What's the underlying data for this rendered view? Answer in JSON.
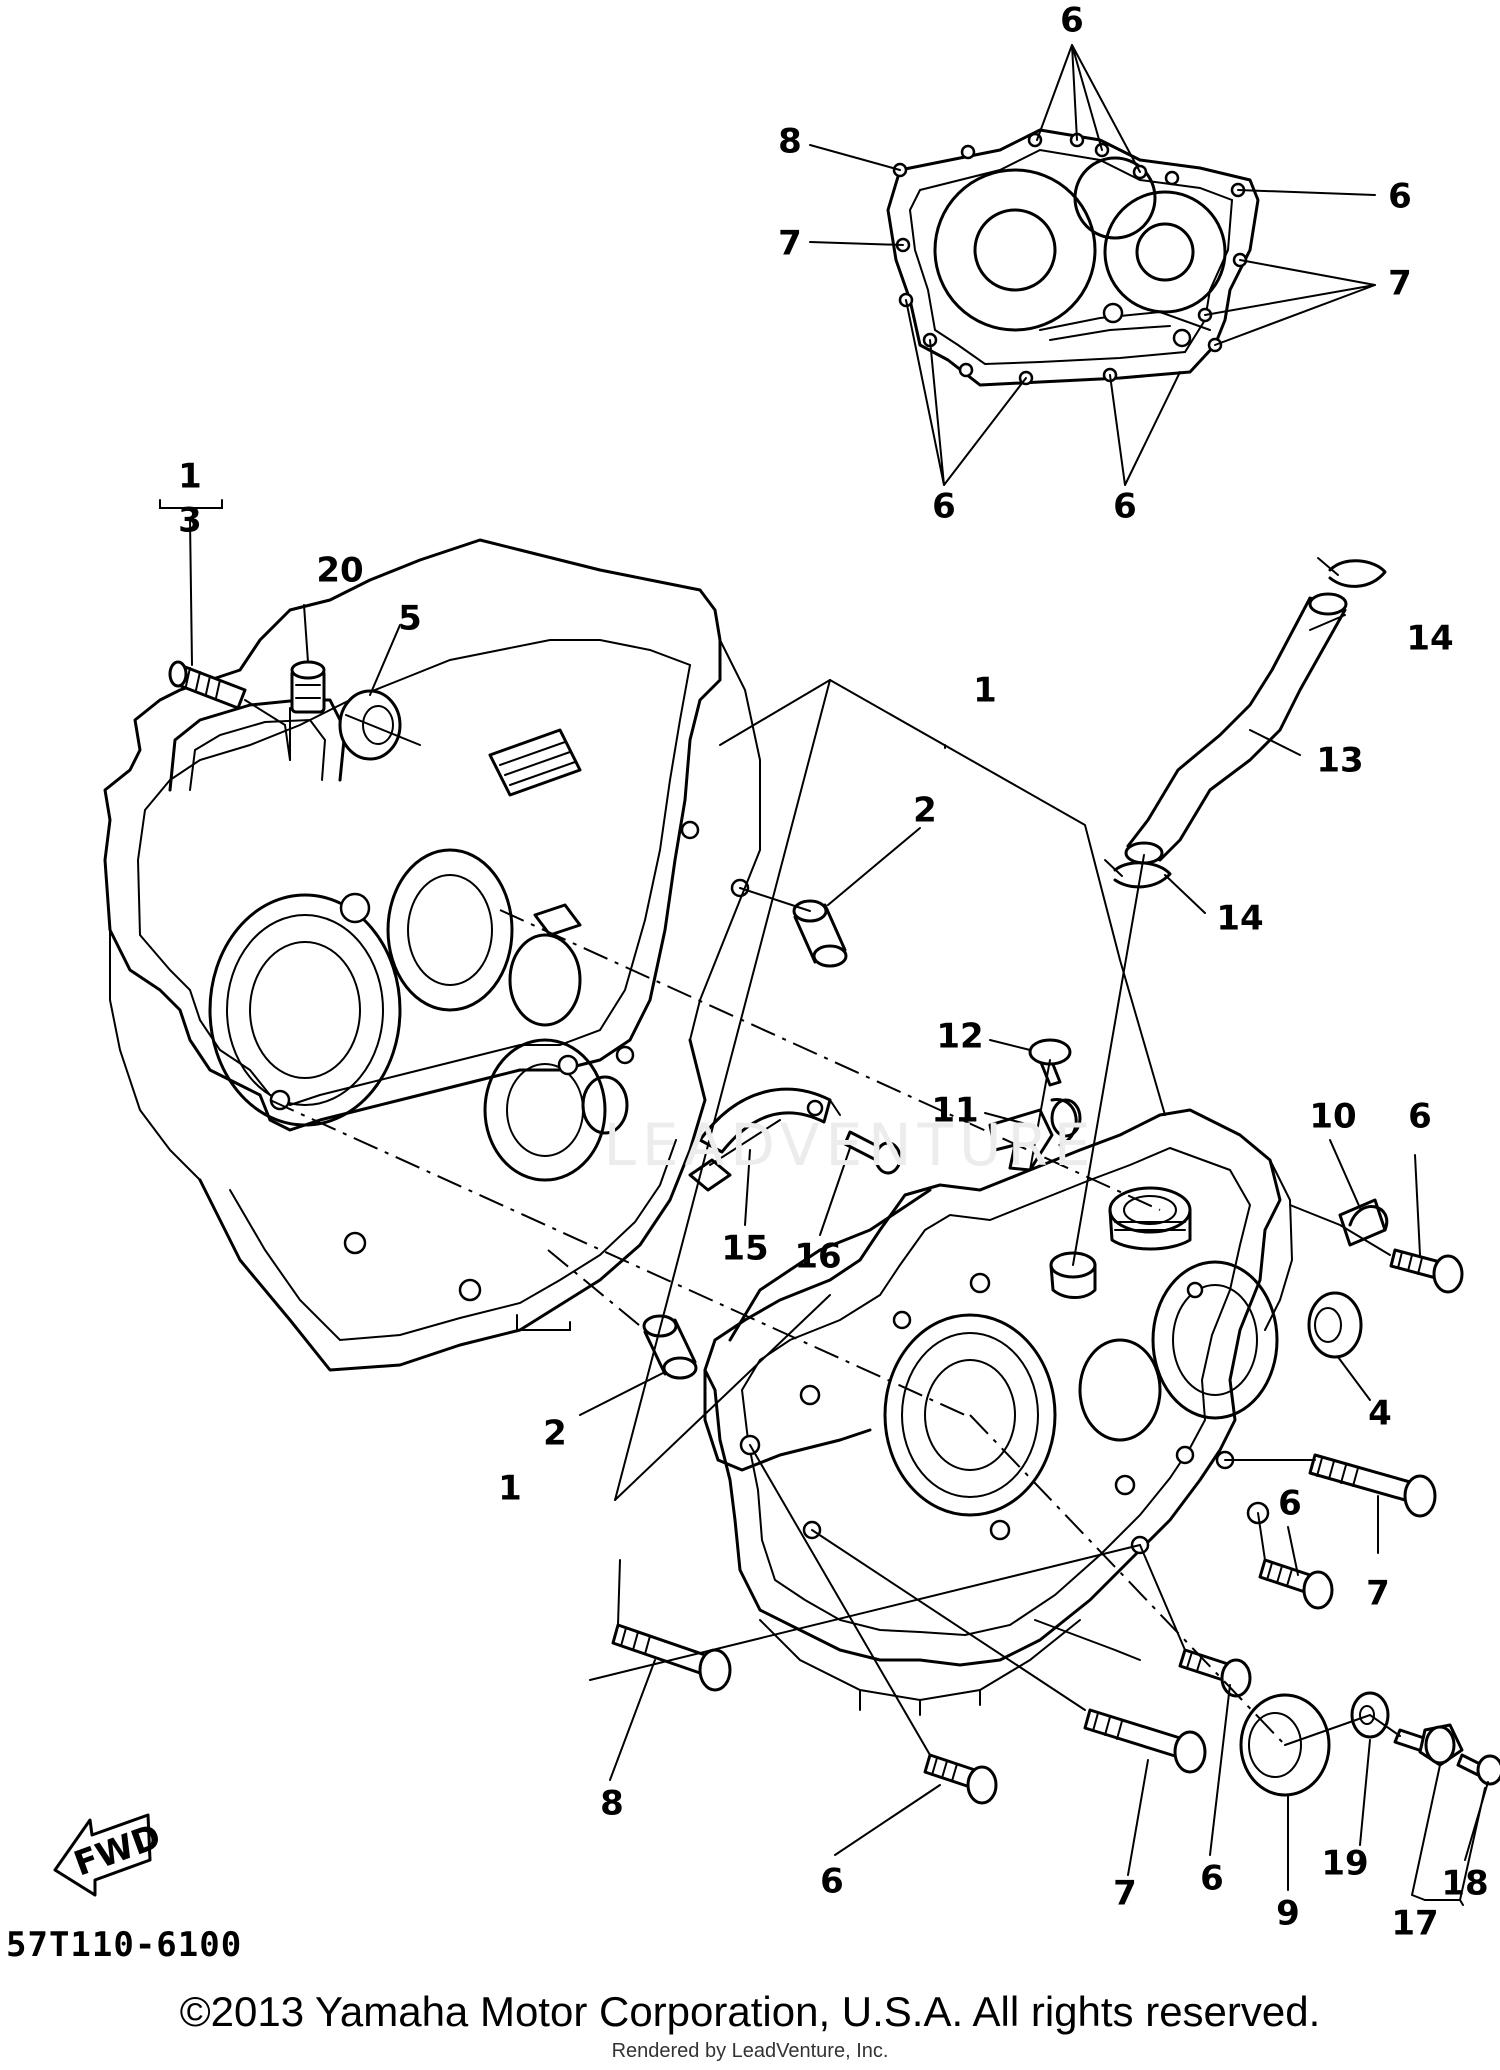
{
  "callouts": [
    {
      "id": "c-top-6-a",
      "text": "6"
    },
    {
      "id": "c-top-8",
      "text": "8"
    },
    {
      "id": "c-top-6-b",
      "text": "6"
    },
    {
      "id": "c-top-7-a",
      "text": "7"
    },
    {
      "id": "c-top-7-b",
      "text": "7"
    },
    {
      "id": "c-top-6-c",
      "text": "6"
    },
    {
      "id": "c-top-6-d",
      "text": "6"
    },
    {
      "id": "c-1-a",
      "text": "1"
    },
    {
      "id": "c-3",
      "text": "3"
    },
    {
      "id": "c-20",
      "text": "20"
    },
    {
      "id": "c-5",
      "text": "5"
    },
    {
      "id": "c-1-b",
      "text": "1"
    },
    {
      "id": "c-2-a",
      "text": "2"
    },
    {
      "id": "c-14-a",
      "text": "14"
    },
    {
      "id": "c-13",
      "text": "13"
    },
    {
      "id": "c-14-b",
      "text": "14"
    },
    {
      "id": "c-12",
      "text": "12"
    },
    {
      "id": "c-11",
      "text": "11"
    },
    {
      "id": "c-10",
      "text": "10"
    },
    {
      "id": "c-6-e",
      "text": "6"
    },
    {
      "id": "c-15",
      "text": "15"
    },
    {
      "id": "c-16",
      "text": "16"
    },
    {
      "id": "c-4",
      "text": "4"
    },
    {
      "id": "c-2-b",
      "text": "2"
    },
    {
      "id": "c-1-c",
      "text": "1"
    },
    {
      "id": "c-6-f",
      "text": "6"
    },
    {
      "id": "c-7-c",
      "text": "7"
    },
    {
      "id": "c-8-b",
      "text": "8"
    },
    {
      "id": "c-6-g",
      "text": "6"
    },
    {
      "id": "c-7-d",
      "text": "7"
    },
    {
      "id": "c-6-h",
      "text": "6"
    },
    {
      "id": "c-9",
      "text": "9"
    },
    {
      "id": "c-19",
      "text": "19"
    },
    {
      "id": "c-18",
      "text": "18"
    },
    {
      "id": "c-17",
      "text": "17"
    }
  ],
  "fwd_label": "FWD",
  "watermark_text": "LEADVENTURE",
  "diagram_code": "57T110-6100",
  "copyright": "©2013 Yamaha Motor Corporation, U.S.A. All rights reserved.",
  "rendered_by": "Rendered by LeadVenture, Inc."
}
